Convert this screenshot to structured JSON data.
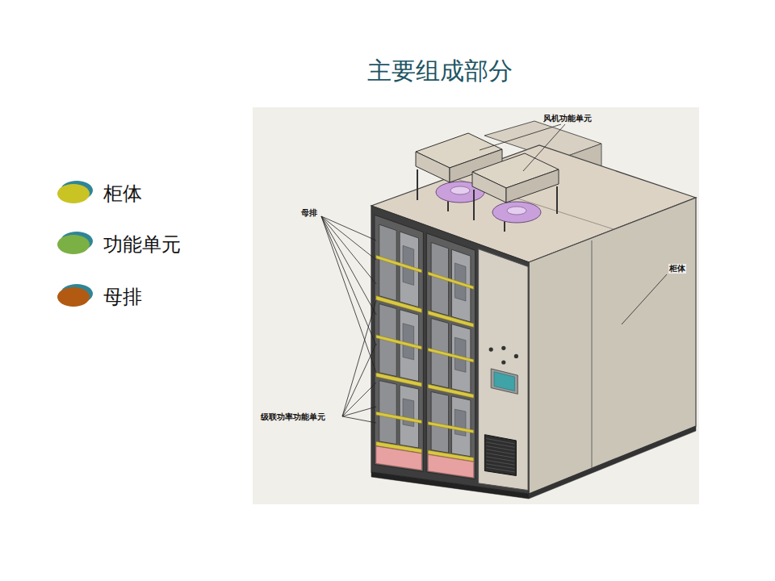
{
  "diagram": {
    "title": "主要组成部分",
    "labels": [
      "风机功能单元",
      "母排",
      "柜体",
      "级联功率功能单元"
    ],
    "legend": [
      {
        "text": "柜体",
        "color": "#c9c424"
      },
      {
        "text": "功能单元",
        "color": "#7bb044"
      },
      {
        "text": "母排",
        "color": "#b25a12"
      }
    ]
  }
}
